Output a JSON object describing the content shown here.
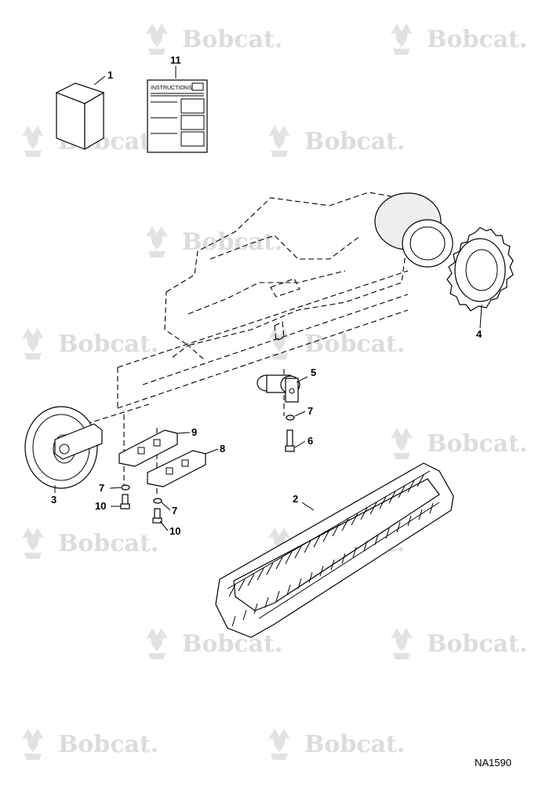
{
  "watermark": {
    "text": "Bobcat."
  },
  "diagram": {
    "callouts": [
      "1",
      "11",
      "4",
      "5",
      "7",
      "6",
      "9",
      "8",
      "3",
      "7",
      "10",
      "7",
      "10",
      "2"
    ],
    "instructions_label": "INSTRUCTIONS",
    "reference_code": "NA1590"
  }
}
